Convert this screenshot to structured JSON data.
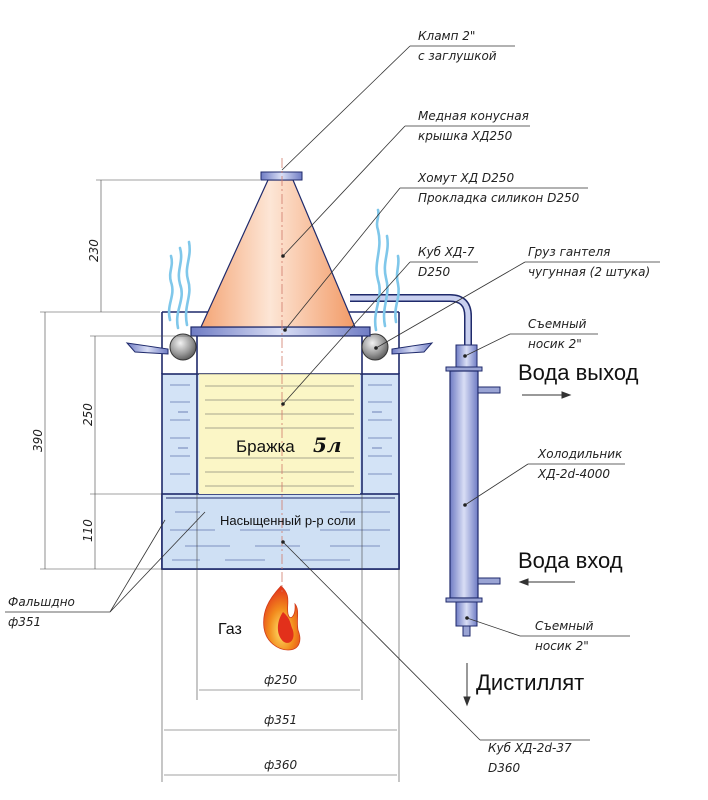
{
  "labels": {
    "clamp_1": "Кламп 2\"",
    "clamp_2": "с заглушкой",
    "lid_1": "Медная конусная",
    "lid_2": "крышка ХД250",
    "collar_1": "Хомут ХД D250",
    "collar_2": "Прокладка силикон D250",
    "cube7_1": "Куб ХД-7",
    "cube7_2": "D250",
    "weight_1": "Груз гантеля",
    "weight_2": "чугунная (2 штука)",
    "spout_top_1": "Съемный",
    "spout_top_2": "носик 2\"",
    "water_out": "Вода выход",
    "cooler_1": "Холодильник",
    "cooler_2": "ХД-2d-4000",
    "mash": "Бражка",
    "mash_volume": "5л",
    "salt": "Насыщенный р-р соли",
    "water_in": "Вода вход",
    "spout_bottom_1": "Съемный",
    "spout_bottom_2": "носик 2\"",
    "false_bottom_1": "Фальшдно",
    "false_bottom_2": "ф351",
    "gas": "Газ",
    "distillate": "Дистиллят",
    "cube37_1": "Куб ХД-2d-37",
    "cube37_2": "D360"
  },
  "dimensions": {
    "h230": "230",
    "h390": "390",
    "h250": "250",
    "h110": "110",
    "d250": "ф250",
    "d351": "ф351",
    "d360": "ф360"
  },
  "colors": {
    "copper_light": "#fbe3d2",
    "copper_mid": "#f5b48c",
    "water": "#cfe0f4",
    "mash": "#fbf6c6",
    "steam": "#7fc7ea",
    "metal": "#9aa4d4",
    "flame_outer": "#f28b1d",
    "flame_inner": "#e63a1e"
  }
}
